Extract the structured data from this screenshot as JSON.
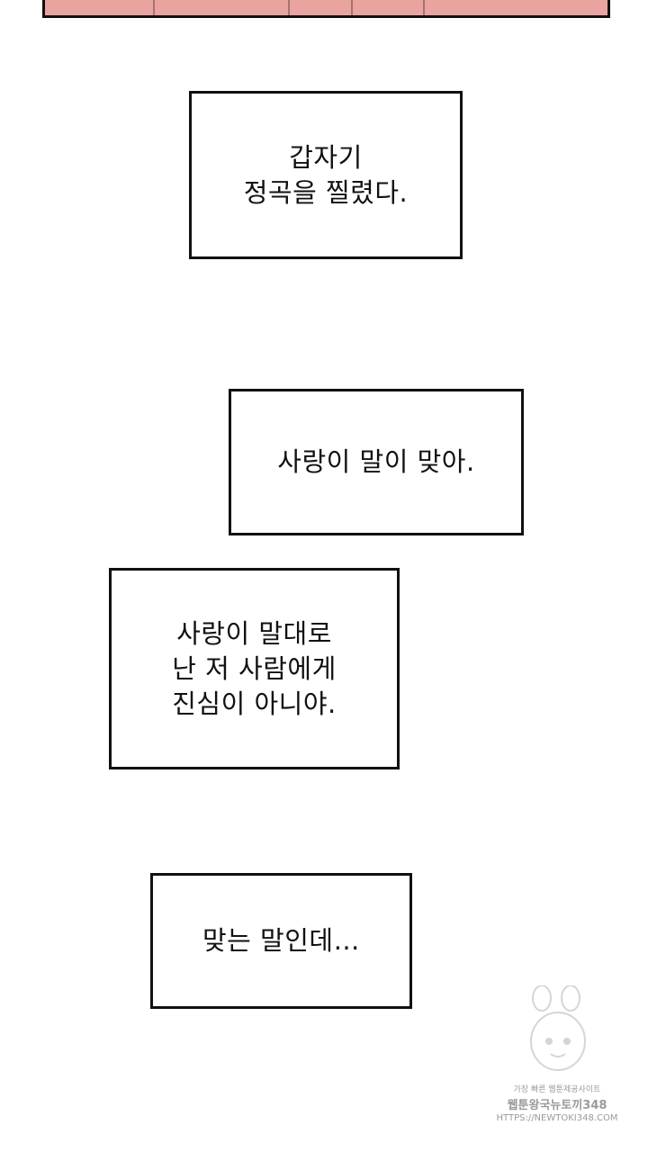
{
  "captions": [
    {
      "lines": [
        "갑자기",
        "정곡을 찔렸다."
      ]
    },
    {
      "lines": [
        "사랑이 말이 맞아."
      ]
    },
    {
      "lines": [
        "사랑이 말대로",
        "난 저 사람에게",
        "진심이 아니야."
      ]
    },
    {
      "lines": [
        "맞는 말인데…"
      ]
    }
  ],
  "watermark": {
    "line1": "가장 빠른 웹툰제공사이트",
    "line2": "웹툰왕국뉴토끼348",
    "line3": "HTTPS://NEWTOKI348.COM"
  },
  "colors": {
    "panel_fill": "#e9a4a0",
    "border": "#111111",
    "background": "#ffffff"
  }
}
